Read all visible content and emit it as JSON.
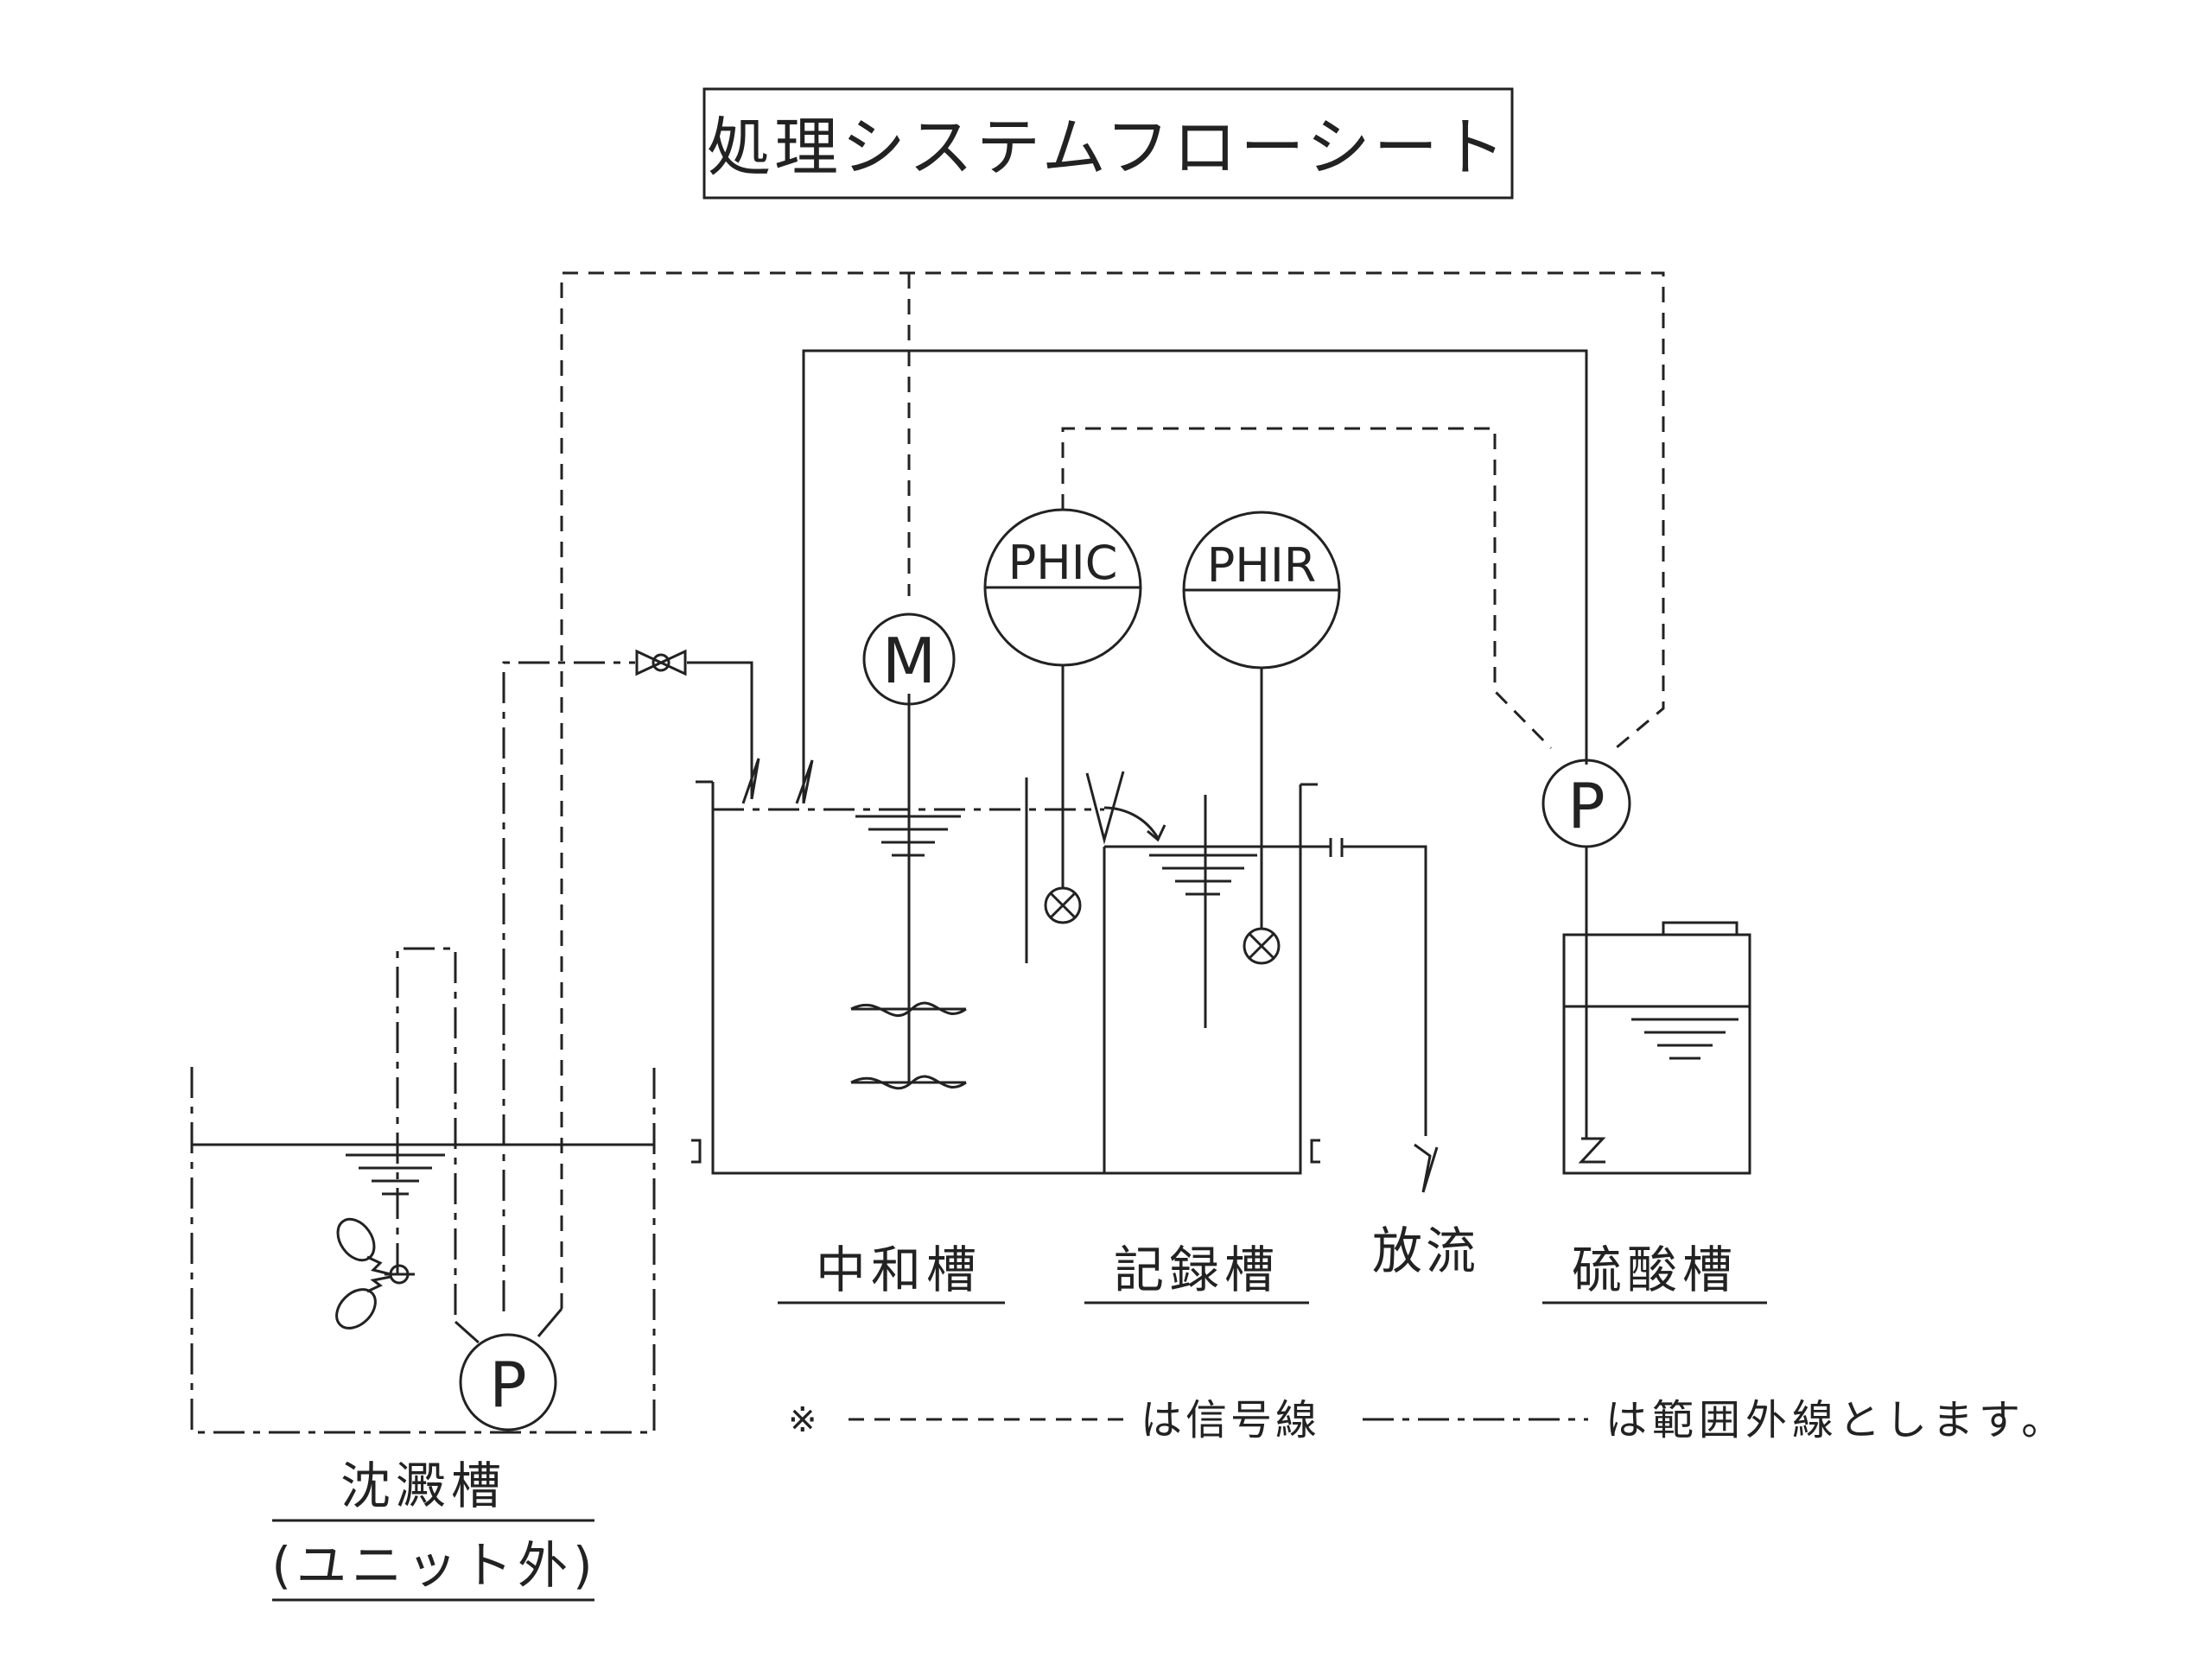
{
  "title": "処理システムフローシート",
  "instruments": {
    "motor": "M",
    "ph_controller": "PHIC",
    "ph_recorder": "PHIR",
    "pump_acid": "P",
    "pump_settling": "P"
  },
  "tanks": {
    "neutralization": "中和槽",
    "recording": "記録槽",
    "discharge": "放流",
    "sulfuric_acid": "硫酸槽",
    "settling": "沈澱槽",
    "settling_note": "(ユニット外)"
  },
  "legend": {
    "mark": "※",
    "signal_text": "は信号線",
    "boundary_text": "は範囲外線とします。"
  }
}
